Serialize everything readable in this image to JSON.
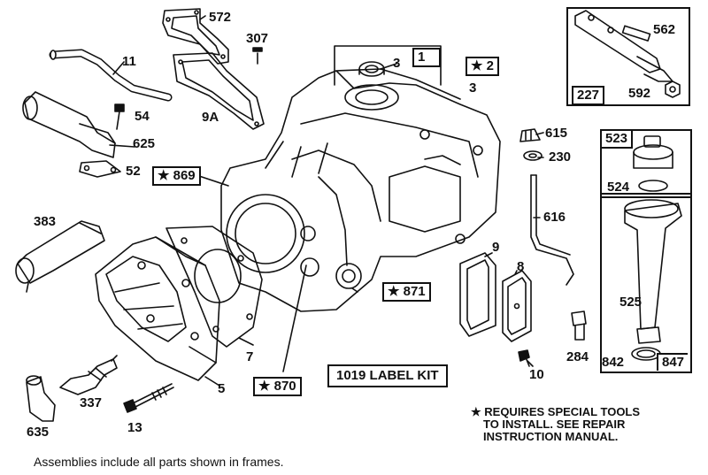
{
  "callouts": {
    "p572": "572",
    "p307": "307",
    "p11": "11",
    "p9a": "9A",
    "p3a": "3",
    "p1": "1",
    "p2": "★ 2",
    "p3b": "3",
    "p562": "562",
    "p227": "227",
    "p592": "592",
    "p54": "54",
    "p625": "625",
    "p52": "52",
    "p869": "★ 869",
    "p615": "615",
    "p230": "230",
    "p523": "523",
    "p524": "524",
    "p383": "383",
    "p616": "616",
    "p9": "9",
    "p8": "8",
    "p871": "★ 871",
    "p525": "525",
    "p7": "7",
    "p5": "5",
    "p870": "★ 870",
    "p284": "284",
    "p10": "10",
    "p842": "842",
    "p847": "847",
    "p337": "337",
    "p635": "635",
    "p13": "13"
  },
  "label_kit": "1019 LABEL KIT",
  "note_lines": [
    "★ REQUIRES SPECIAL TOOLS",
    "TO INSTALL.  SEE REPAIR",
    "INSTRUCTION MANUAL."
  ],
  "footer": "Assemblies include all parts shown in frames."
}
